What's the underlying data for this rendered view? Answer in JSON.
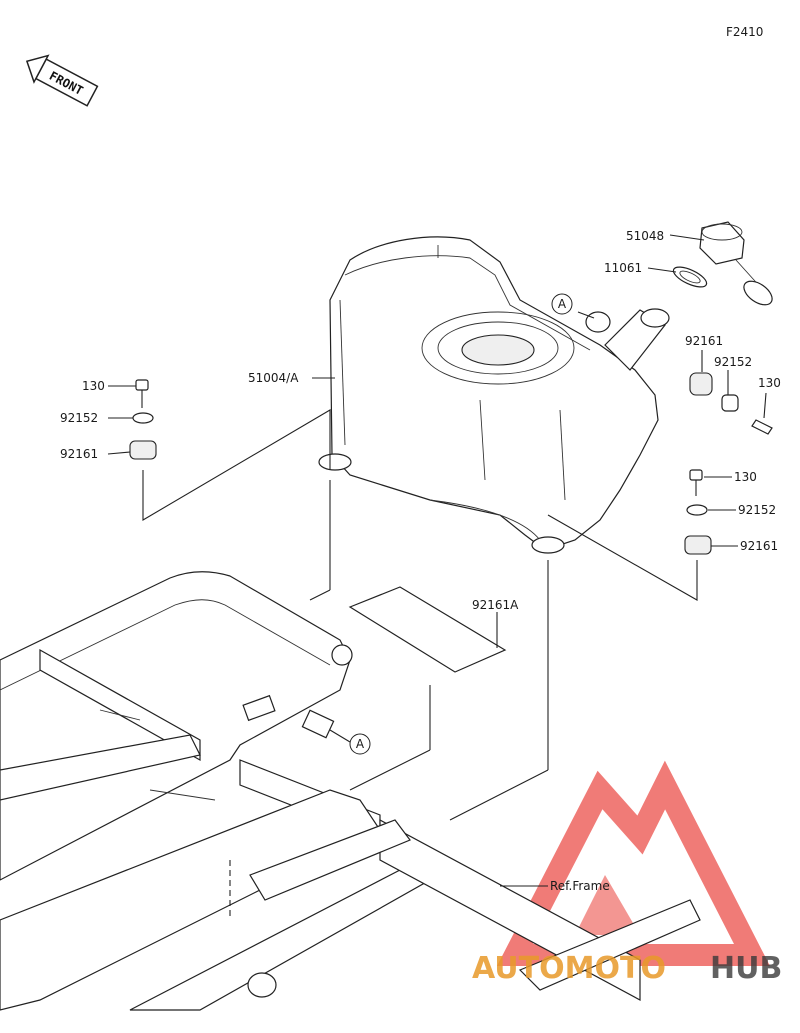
{
  "figure_code": "F2410",
  "front_badge": "FRONT",
  "ref_frame": "Ref.Frame",
  "ref_marker": "A",
  "watermark": {
    "part1": "AUTOMOTO",
    "part2": "HUB",
    "colors": {
      "primary": "#e8302a",
      "secondary": "#e89a2a",
      "dark": "#2a2a2a"
    }
  },
  "parts": {
    "fuel_tank": "51004/A",
    "fuel_cap": "51048",
    "gasket": "11061",
    "damper_top": "92161",
    "collar_top": "92152",
    "bolt_top": "130",
    "bolt_left": "130",
    "collar_left": "92152",
    "damper_left": "92161",
    "bolt_right": "130",
    "collar_right": "92152",
    "damper_right": "92161",
    "pad": "92161A"
  }
}
